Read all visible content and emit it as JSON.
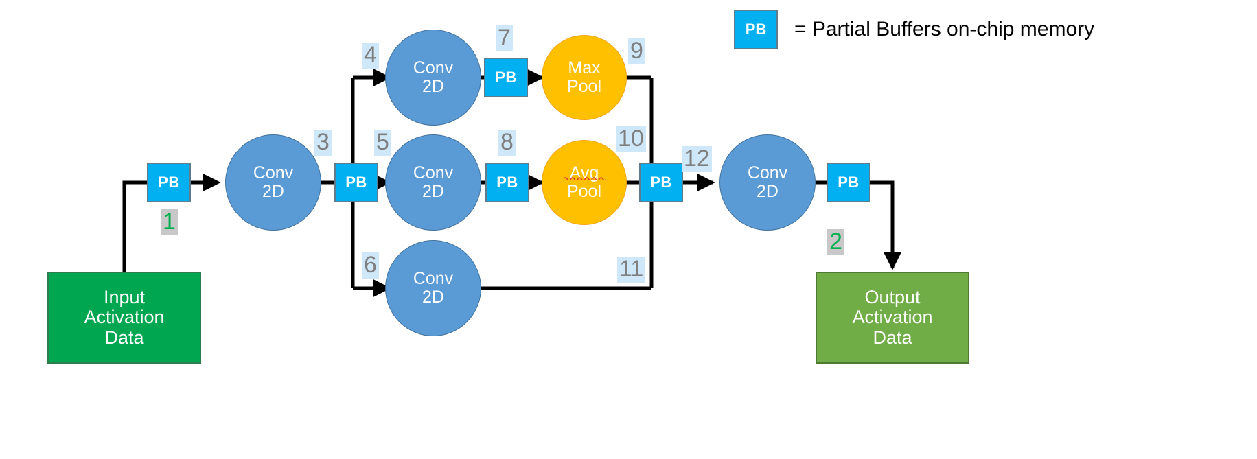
{
  "diagram": {
    "title": "CNN layer dataflow with partial buffers",
    "background": "#ffffff"
  },
  "legend": {
    "badge_label": "PB",
    "text": "= Partial Buffers on-chip memory",
    "badge_color": "#00B0F0",
    "text_color": "#000000"
  },
  "colors": {
    "conv": "#5B9BD5",
    "conv_border": "#41719C",
    "pool": "#FFC000",
    "pool_border": "#F4A316",
    "pb": "#00B0F0",
    "pb_border": "#5E7C8C",
    "input_box": "#00A650",
    "output_box": "#70AD47",
    "edge": "#000000",
    "number_gray": "#7F7F7F",
    "number_highlight_blue": "#CFE8F9",
    "number_green": "#00B050",
    "number_highlight_gray": "#C8C8C8"
  },
  "nodes": {
    "input": {
      "label": "Input\nActivation\nData"
    },
    "output": {
      "label": "Output\nActivation\nData"
    },
    "pb_in": {
      "label": "PB"
    },
    "conv_1": {
      "label": "Conv\n2D"
    },
    "pb_split": {
      "label": "PB"
    },
    "conv_top": {
      "label": "Conv\n2D"
    },
    "conv_mid": {
      "label": "Conv\n2D"
    },
    "conv_bot": {
      "label": "Conv\n2D"
    },
    "pb_top": {
      "label": "PB"
    },
    "pb_mid": {
      "label": "PB"
    },
    "max_pool": {
      "label": "Max\nPool"
    },
    "avg_pool": {
      "label": "Avg\nPool"
    },
    "pb_merge": {
      "label": "PB"
    },
    "conv_out": {
      "label": "Conv\n2D"
    },
    "pb_out": {
      "label": "PB"
    }
  },
  "edge_numbers": {
    "n1": "1",
    "n2": "2",
    "n3": "3",
    "n4": "4",
    "n5": "5",
    "n6": "6",
    "n7": "7",
    "n8": "8",
    "n9": "9",
    "n10": "10",
    "n11": "11",
    "n12": "12"
  }
}
